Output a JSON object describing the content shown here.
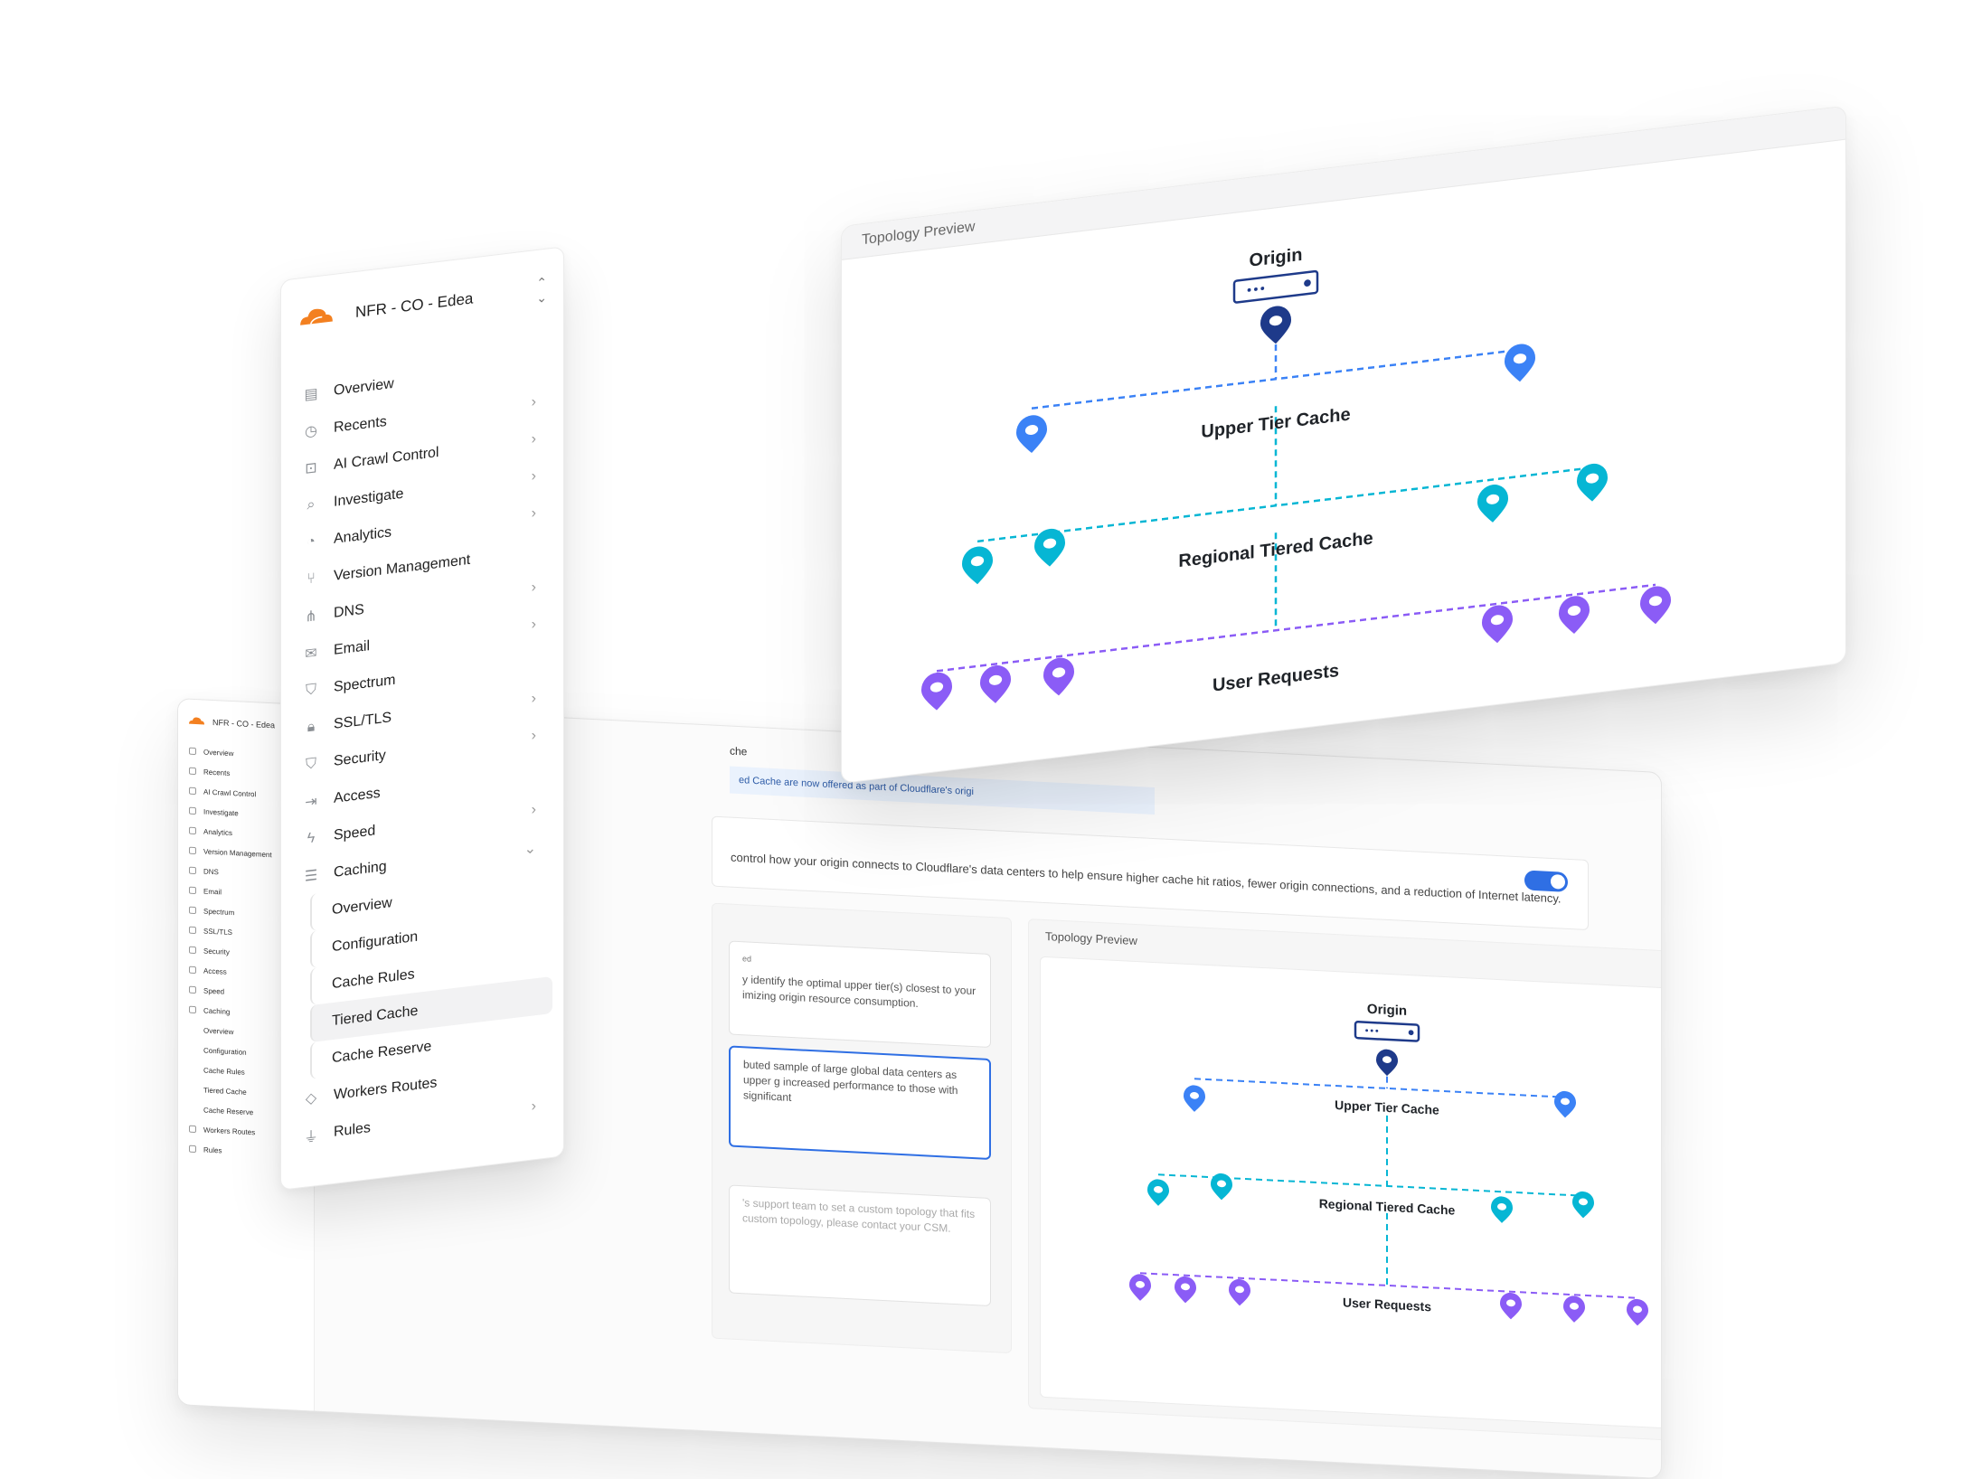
{
  "account": {
    "name": "NFR - CO - Edea"
  },
  "sidebar": {
    "items": [
      {
        "label": "Overview",
        "icon": "document-icon",
        "chevron": false
      },
      {
        "label": "Recents",
        "icon": "clock-icon",
        "chevron": true
      },
      {
        "label": "AI Crawl Control",
        "icon": "robot-icon",
        "chevron": true
      },
      {
        "label": "Investigate",
        "icon": "search-document-icon",
        "chevron": true
      },
      {
        "label": "Analytics",
        "icon": "pie-chart-icon",
        "chevron": true
      },
      {
        "label": "Version Management",
        "icon": "branch-icon",
        "chevron": false
      },
      {
        "label": "DNS",
        "icon": "network-icon",
        "chevron": true
      },
      {
        "label": "Email",
        "icon": "envelope-icon",
        "chevron": true
      },
      {
        "label": "Spectrum",
        "icon": "shield-icon",
        "chevron": false
      },
      {
        "label": "SSL/TLS",
        "icon": "lock-icon",
        "chevron": true
      },
      {
        "label": "Security",
        "icon": "shield-outline-icon",
        "chevron": true
      },
      {
        "label": "Access",
        "icon": "access-icon",
        "chevron": false
      },
      {
        "label": "Speed",
        "icon": "bolt-icon",
        "chevron": true
      },
      {
        "label": "Caching",
        "icon": "database-icon",
        "chevron": "down"
      }
    ],
    "caching_subitems": [
      {
        "label": "Overview"
      },
      {
        "label": "Configuration"
      },
      {
        "label": "Cache Rules"
      },
      {
        "label": "Tiered Cache",
        "active": true
      },
      {
        "label": "Cache Reserve"
      }
    ],
    "tail_items": [
      {
        "label": "Workers Routes",
        "icon": "diamond-icon",
        "chevron": false
      },
      {
        "label": "Rules",
        "icon": "funnel-icon",
        "chevron": true
      }
    ]
  },
  "background_page": {
    "heading_fragment": "che",
    "banner_fragment": "ed Cache are now offered as part of Cloudflare's origi",
    "description_fragment": "control how your origin connects to Cloudflare's data centers to help ensure higher cache hit ratios, fewer origin connections, and a reduction of Internet latency.",
    "option_1": {
      "label_fragment": "ed",
      "text_fragment": "y identify the optimal upper tier(s) closest to your imizing origin resource consumption."
    },
    "option_2": {
      "text_fragment": "buted sample of large global data centers as upper g increased performance to those with significant"
    },
    "option_3": {
      "text_fragment": "'s support team to set a custom topology that fits custom topology, please contact your CSM."
    },
    "preview_title": "Topology Preview"
  },
  "topology": {
    "window_title": "Topology Preview",
    "origin_label": "Origin",
    "upper_label": "Upper Tier Cache",
    "regional_label": "Regional Tiered Cache",
    "user_label": "User Requests",
    "colors": {
      "origin": "#1e3a8a",
      "upper": "#3b82f6",
      "regional": "#06b6d4",
      "user": "#8b5cf6",
      "text": "#1f2328"
    },
    "counts": {
      "upper": 2,
      "regional": 4,
      "user": 6
    }
  },
  "theme": {
    "brand": "#f38020",
    "toggle": "#2f6fe4",
    "sidebar_active": "#f2f2f3"
  }
}
